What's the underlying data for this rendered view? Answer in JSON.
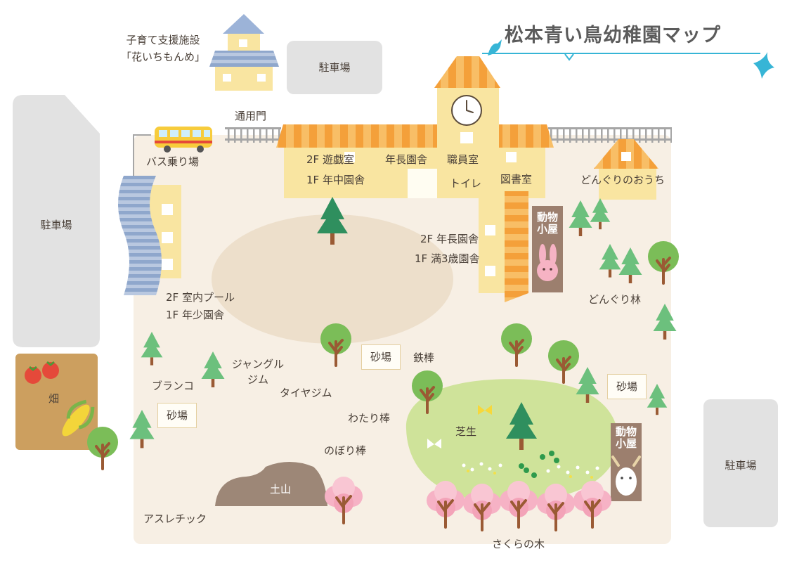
{
  "title": "松本青い鳥幼稚園マップ",
  "labels": {
    "support_facility": "子育て支援施設",
    "support_facility_name": "「花いちもんめ」",
    "parking_top": "駐車場",
    "parking_left": "駐車場",
    "parking_right": "駐車場",
    "gate": "通用門",
    "bus_stop": "バス乗り場",
    "playroom": "2F 遊戯室",
    "middle_class": "1F 年中園舎",
    "senior_building": "年長園舎",
    "staff_room": "職員室",
    "toilet": "トイレ",
    "library": "図書室",
    "acorn_house": "どんぐりのおうち",
    "senior_class": "2F 年長園舎",
    "age3_class": "1F 満3歳園舎",
    "animal_hut": "動物小屋",
    "acorn_forest": "どんぐり林",
    "indoor_pool": "2F 室内プール",
    "junior_class": "1F 年少園舎",
    "field": "畑",
    "jungle_gym": "ジャングルジム",
    "swing": "ブランコ",
    "tire_gym": "タイヤジム",
    "sandbox": "砂場",
    "iron_bar": "鉄棒",
    "balance_bar": "わたり棒",
    "climbing_pole": "のぼり棒",
    "dirt_mound": "土山",
    "athletic": "アスレチック",
    "lawn": "芝生",
    "animal_hut_2": "動物小屋",
    "cherry_trees": "さくらの木"
  },
  "colors": {
    "ground": "#f7efe4",
    "yard": "#eddfcb",
    "lawn": "#cfe39a",
    "building": "#f9e5a1",
    "roof_orange": "#f4a83c",
    "parking": "#e2e2e2",
    "bird_blue": "#37b5d6",
    "hut_brown": "#9c7f6e"
  }
}
